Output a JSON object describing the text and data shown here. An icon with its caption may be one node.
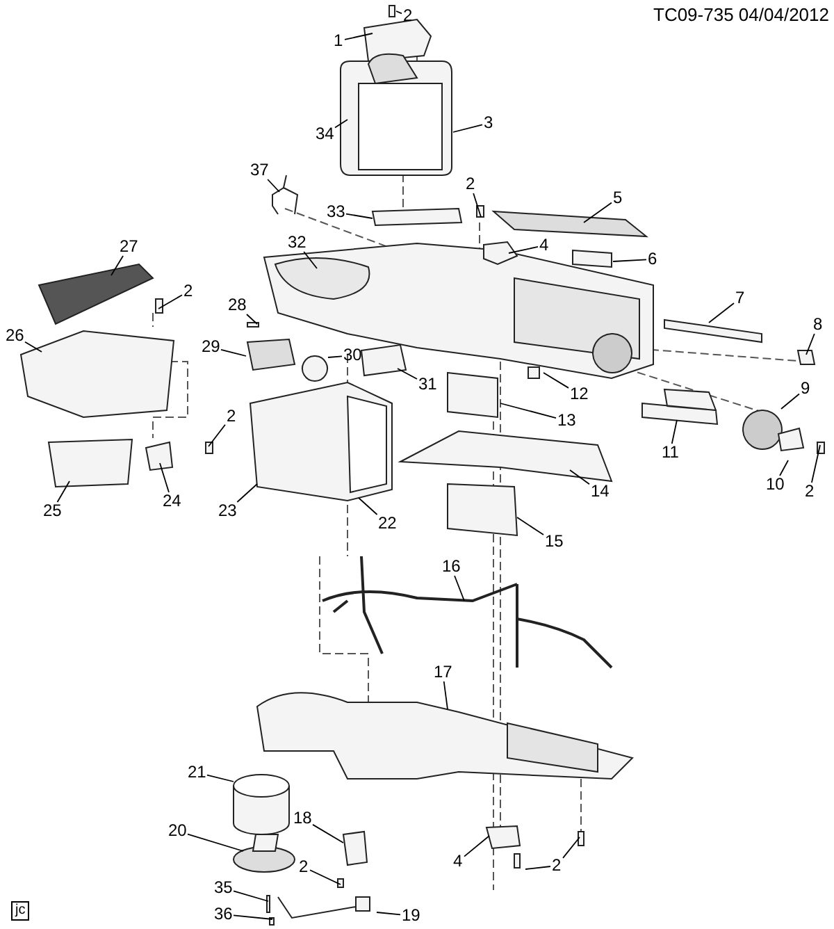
{
  "diagram": {
    "nodes": [
      {
        "text": [
          "1"
        ]
      },
      {
        "text": [
          "2"
        ]
      },
      {
        "text": [
          "34"
        ]
      },
      {
        "text": [
          "3"
        ]
      },
      {
        "text": [
          "37"
        ]
      },
      {
        "text": [
          "33"
        ]
      },
      {
        "text": [
          "2"
        ]
      },
      {
        "text": [
          "5"
        ]
      },
      {
        "text": [
          "4"
        ]
      },
      {
        "text": [
          "6"
        ]
      },
      {
        "text": [
          "32"
        ]
      },
      {
        "text": [
          "27"
        ]
      },
      {
        "text": [
          "2"
        ]
      },
      {
        "text": [
          "28"
        ]
      },
      {
        "text": [
          "7"
        ]
      },
      {
        "text": [
          "26"
        ]
      },
      {
        "text": [
          "29"
        ]
      },
      {
        "text": [
          "30"
        ]
      },
      {
        "text": [
          "8"
        ]
      },
      {
        "text": [
          "31"
        ]
      },
      {
        "text": [
          "12"
        ]
      },
      {
        "text": [
          "9"
        ]
      },
      {
        "text": [
          "13"
        ]
      },
      {
        "text": [
          "2"
        ]
      },
      {
        "text": [
          "11"
        ]
      },
      {
        "text": [
          "14"
        ]
      },
      {
        "text": [
          "10"
        ]
      },
      {
        "text": [
          "2"
        ]
      },
      {
        "text": [
          "24"
        ]
      },
      {
        "text": [
          "23"
        ]
      },
      {
        "text": [
          "22"
        ]
      },
      {
        "text": [
          "25"
        ]
      },
      {
        "text": [
          "15"
        ]
      },
      {
        "text": [
          "16"
        ]
      },
      {
        "text": [
          "17"
        ]
      },
      {
        "text": [
          "21"
        ]
      },
      {
        "text": [
          "18"
        ]
      },
      {
        "text": [
          "20"
        ]
      },
      {
        "text": [
          "2"
        ]
      },
      {
        "text": [
          "35"
        ]
      },
      {
        "text": [
          "36"
        ]
      },
      {
        "text": [
          "19"
        ]
      },
      {
        "text": [
          "4"
        ]
      },
      {
        "text": [
          "2"
        ]
      }
    ],
    "edges": [
      {
        "from": 0,
        "to": null,
        "arrow": "none"
      },
      {
        "from": 1,
        "to": null,
        "arrow": "none"
      },
      {
        "from": 2,
        "to": null,
        "arrow": "none"
      },
      {
        "from": 3,
        "to": null,
        "arrow": "none"
      },
      {
        "from": 4,
        "to": null,
        "arrow": "none"
      },
      {
        "from": 5,
        "to": null,
        "arrow": "none"
      },
      {
        "from": 6,
        "to": null,
        "arrow": "none"
      },
      {
        "from": 7,
        "to": null,
        "arrow": "none"
      },
      {
        "from": 8,
        "to": null,
        "arrow": "none"
      },
      {
        "from": 9,
        "to": null,
        "arrow": "none"
      },
      {
        "from": 10,
        "to": null,
        "arrow": "none"
      },
      {
        "from": 11,
        "to": null,
        "arrow": "none"
      },
      {
        "from": 12,
        "to": null,
        "arrow": "none"
      },
      {
        "from": 13,
        "to": null,
        "arrow": "none"
      },
      {
        "from": 14,
        "to": null,
        "arrow": "none"
      },
      {
        "from": 15,
        "to": null,
        "arrow": "none"
      },
      {
        "from": 16,
        "to": null,
        "arrow": "none"
      },
      {
        "from": 17,
        "to": null,
        "arrow": "none"
      },
      {
        "from": 18,
        "to": null,
        "arrow": "none"
      },
      {
        "from": 19,
        "to": null,
        "arrow": "none"
      },
      {
        "from": 20,
        "to": null,
        "arrow": "none"
      },
      {
        "from": 21,
        "to": null,
        "arrow": "none"
      },
      {
        "from": 22,
        "to": null,
        "arrow": "none"
      },
      {
        "from": 23,
        "to": null,
        "arrow": "none"
      },
      {
        "from": 24,
        "to": null,
        "arrow": "none"
      },
      {
        "from": 25,
        "to": null,
        "arrow": "none"
      },
      {
        "from": 26,
        "to": null,
        "arrow": "none"
      },
      {
        "from": 27,
        "to": null,
        "arrow": "none"
      },
      {
        "from": 28,
        "to": null,
        "arrow": "none"
      },
      {
        "from": 29,
        "to": null,
        "arrow": "none"
      },
      {
        "from": 30,
        "to": null,
        "arrow": "none"
      },
      {
        "from": 31,
        "to": null,
        "arrow": "none"
      },
      {
        "from": 32,
        "to": null,
        "arrow": "none"
      },
      {
        "from": 33,
        "to": null,
        "arrow": "none"
      },
      {
        "from": 34,
        "to": null,
        "arrow": "none"
      },
      {
        "from": 35,
        "to": null,
        "arrow": "none"
      },
      {
        "from": 36,
        "to": null,
        "arrow": "none"
      },
      {
        "from": 37,
        "to": null,
        "arrow": "none"
      },
      {
        "from": 38,
        "to": null,
        "arrow": "none"
      },
      {
        "from": 39,
        "to": null,
        "arrow": "none"
      },
      {
        "from": 40,
        "to": null,
        "arrow": "none"
      },
      {
        "from": 41,
        "to": null,
        "arrow": "none"
      },
      {
        "from": 42,
        "to": null,
        "arrow": "none"
      },
      {
        "from": 43,
        "to": null,
        "arrow": "none"
      },
      {
        "from": 43,
        "to": null,
        "arrow": "none"
      }
    ],
    "labels": [
      "TC09-735 04/04/2012",
      "jc"
    ]
  }
}
